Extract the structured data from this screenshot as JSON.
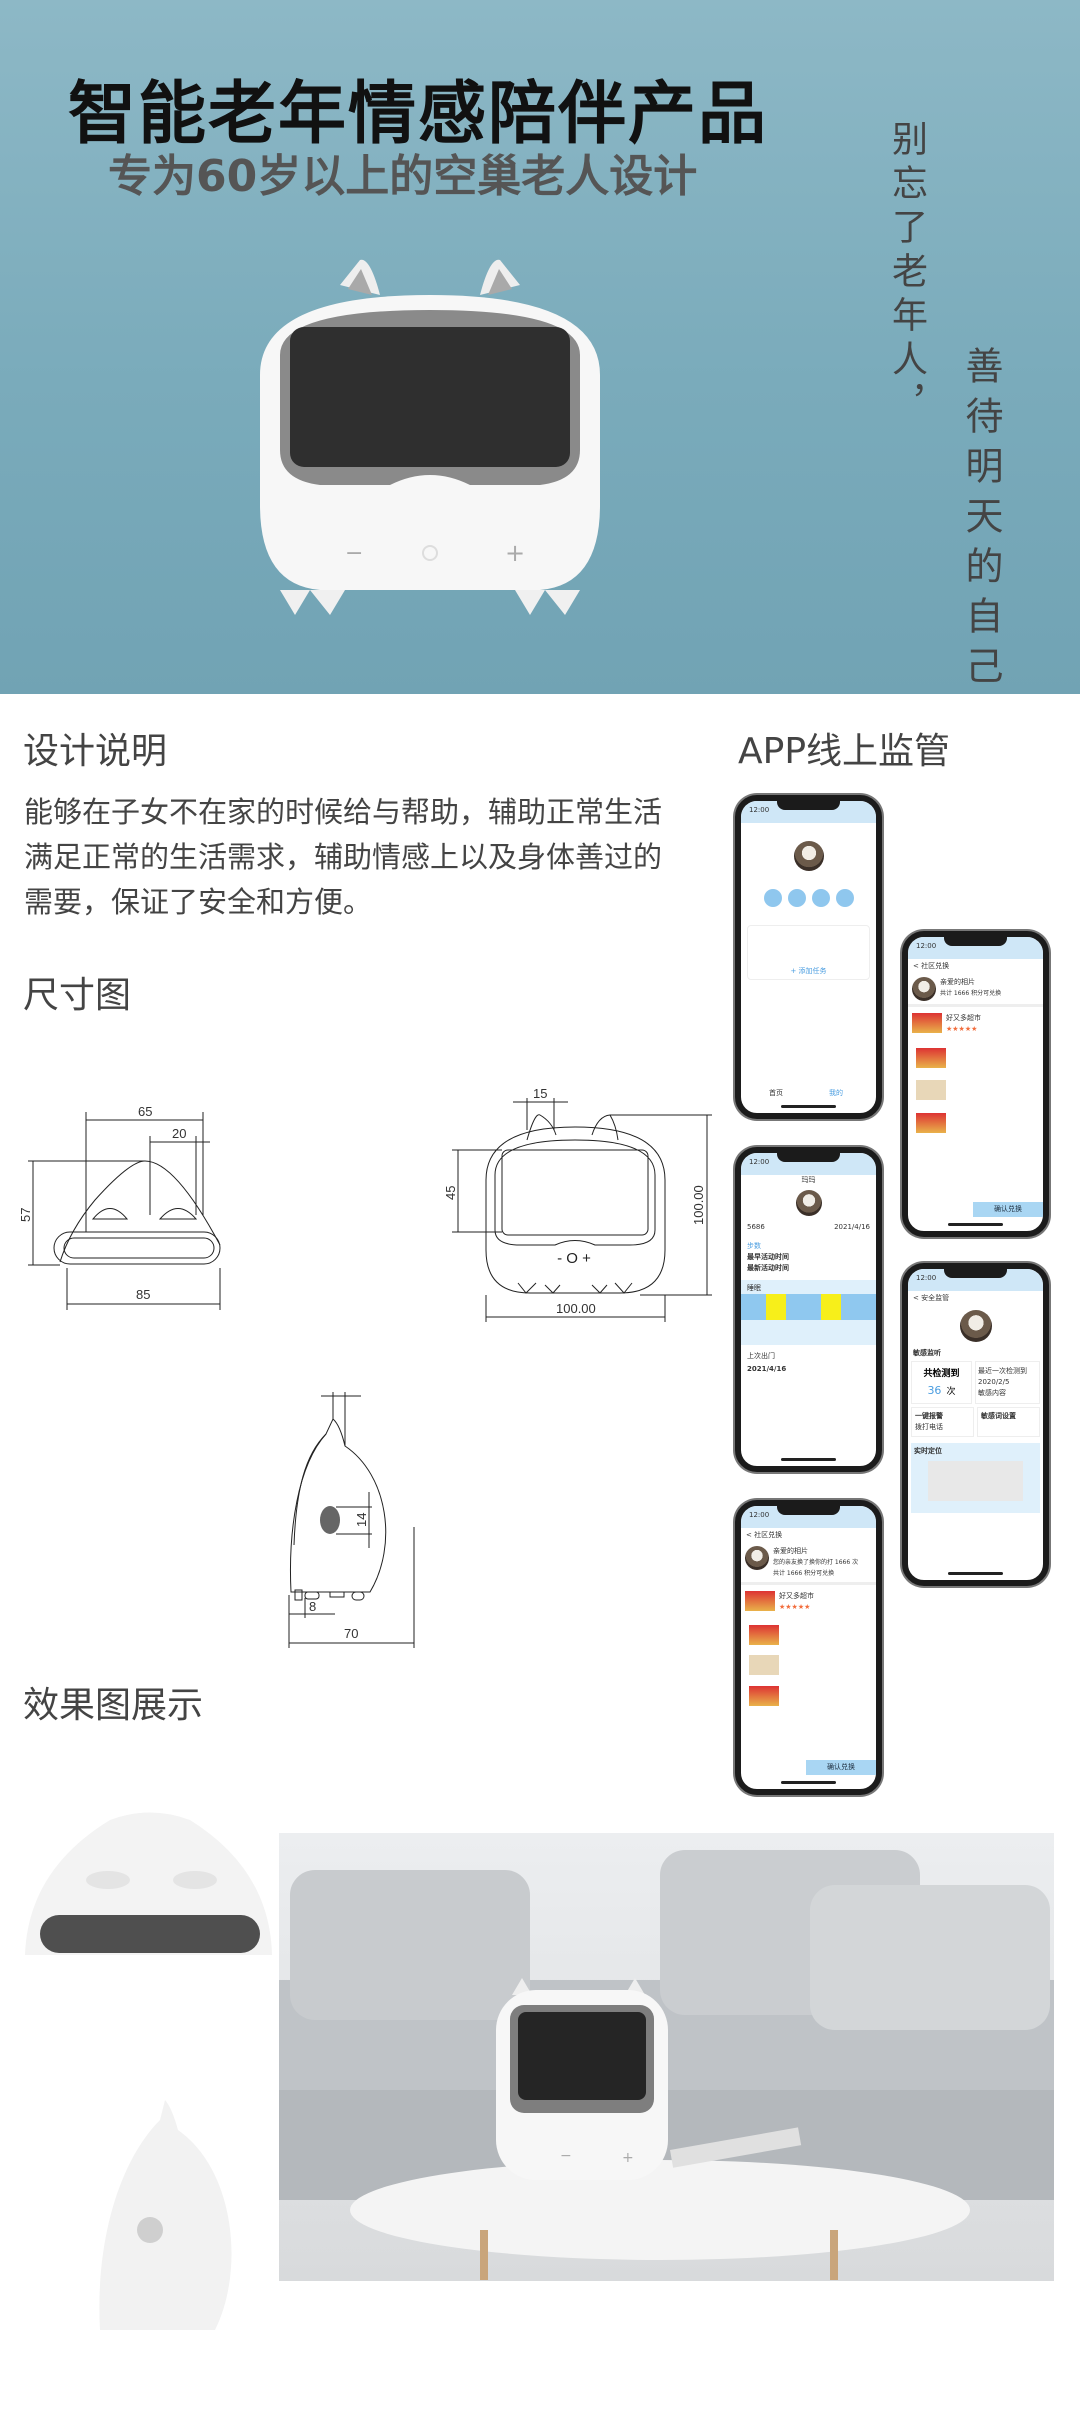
{
  "hero": {
    "title": "智能老年情感陪伴产品",
    "subtitle": "专为60岁以上的空巢老人设计",
    "slogan_1": "别忘了老年人，",
    "slogan_2": "善待明天的自己",
    "device_minus": "−",
    "device_plus": "+"
  },
  "design": {
    "heading": "设计说明",
    "lines": [
      "能够在子女不在家的时候给与帮助，辅助正常生活",
      "满足正常的生活需求，辅助情感上以及身体善过的",
      "需要，保证了安全和方便。"
    ]
  },
  "dimensions": {
    "heading": "尺寸图",
    "front": {
      "top_width": "65",
      "eye_width": "20",
      "height": "57",
      "bottom_width": "85"
    },
    "main": {
      "ear_width": "15",
      "screen_height": "45",
      "height": "100.00",
      "width": "100.00",
      "buttons": "- O +"
    },
    "side": {
      "speaker": "14",
      "foot": "8",
      "depth": "70"
    }
  },
  "app": {
    "heading": "APP线上监管",
    "status_time": "12:00",
    "home": {
      "add_task": "+ 添加任务",
      "nav_home": "首页",
      "nav_me": "我的"
    },
    "exchange": {
      "back_title": "< 社区兑换",
      "photo_title": "亲爱的相片",
      "photo_line": "您的亲友换了换你的打 1666 次",
      "points": "共计 1666 积分可兑换",
      "shop": "好又多超市",
      "rating": "★★★★★",
      "confirm": "确认兑换"
    },
    "activity": {
      "name": "玛玛",
      "steps": "5686",
      "date": "2021/4/16",
      "steps_label": "步数",
      "earliest": "最早活动时间",
      "latest": "最新活动时间",
      "sleep": "睡眠",
      "last_out": "上次出门",
      "last_out_date": "2021/4/16"
    },
    "safety": {
      "back_title": "< 安全监管",
      "sensitive": "敏感监听",
      "total_label": "共检测到",
      "total_count": "36",
      "total_unit": "次",
      "recent": "最近一次检测到",
      "recent_date": "2020/2/5",
      "sensitive_content": "敏感内容",
      "alarm": "一键报警",
      "call": "拨打电话",
      "keywords": "敏感词设置",
      "location": "实时定位"
    }
  },
  "renders": {
    "heading": "效果图展示"
  },
  "colors": {
    "hero_bg": "#7aabbb",
    "app_accent": "#a9d6f3",
    "sleep_highlight": "#f7ef1a"
  }
}
